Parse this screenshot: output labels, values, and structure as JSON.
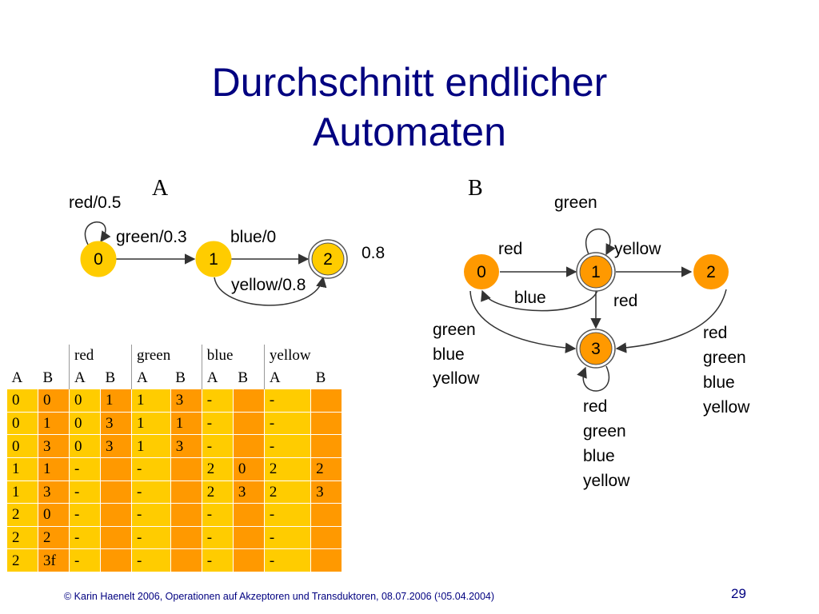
{
  "title": {
    "line1": "Durchschnitt endlicher",
    "line2": "Automaten"
  },
  "automaton_a": {
    "label": "A",
    "states": [
      "0",
      "1",
      "2"
    ],
    "final_weight": "0.8",
    "edges": {
      "loop0": "red/0.5",
      "e01": "green/0.3",
      "e12": "blue/0",
      "e12b": "yellow/0.8"
    }
  },
  "automaton_b": {
    "label": "B",
    "states": [
      "0",
      "1",
      "2",
      "3"
    ],
    "edges": {
      "loop1": "green",
      "e01": "red",
      "e12": "yellow",
      "e10": "blue",
      "e13": "red",
      "e03": [
        "green",
        "blue",
        "yellow"
      ],
      "e23": [
        "red",
        "green",
        "blue",
        "yellow"
      ],
      "loop3": [
        "red",
        "green",
        "blue",
        "yellow"
      ]
    }
  },
  "table": {
    "groups": [
      "red",
      "green",
      "blue",
      "yellow"
    ],
    "subheaders": [
      "A",
      "B",
      "A",
      "B",
      "A",
      "B",
      "A",
      "B",
      "A",
      "B"
    ],
    "rows": [
      [
        "0",
        "0",
        "0",
        "1",
        "1",
        "3",
        "-",
        "",
        "-",
        ""
      ],
      [
        "0",
        "1",
        "0",
        "3",
        "1",
        "1",
        "-",
        "",
        "-",
        ""
      ],
      [
        "0",
        "3",
        "0",
        "3",
        "1",
        "3",
        "-",
        "",
        "-",
        ""
      ],
      [
        "1",
        "1",
        "-",
        "",
        "-",
        "",
        "2",
        "0",
        "2",
        "2"
      ],
      [
        "1",
        "3",
        "-",
        "",
        "-",
        "",
        "2",
        "3",
        "2",
        "3"
      ],
      [
        "2",
        "0",
        "-",
        "",
        "-",
        "",
        "-",
        "",
        "-",
        ""
      ],
      [
        "2",
        "2",
        "-",
        "",
        "-",
        "",
        "-",
        "",
        "-",
        ""
      ],
      [
        "2",
        "3f",
        "-",
        "",
        "-",
        "",
        "-",
        "",
        "-",
        ""
      ]
    ]
  },
  "colors": {
    "title": "#000080",
    "state_fill": "#FFCC00",
    "state_fill_b": "#FF9900",
    "cell_a": "#FFCC00",
    "cell_b": "#FF9900"
  },
  "footer": "© Karin Haenelt 2006, Operationen auf Akzeptoren und Transduktoren, 08.07.2006 (¹05.04.2004)",
  "page_number": "29"
}
